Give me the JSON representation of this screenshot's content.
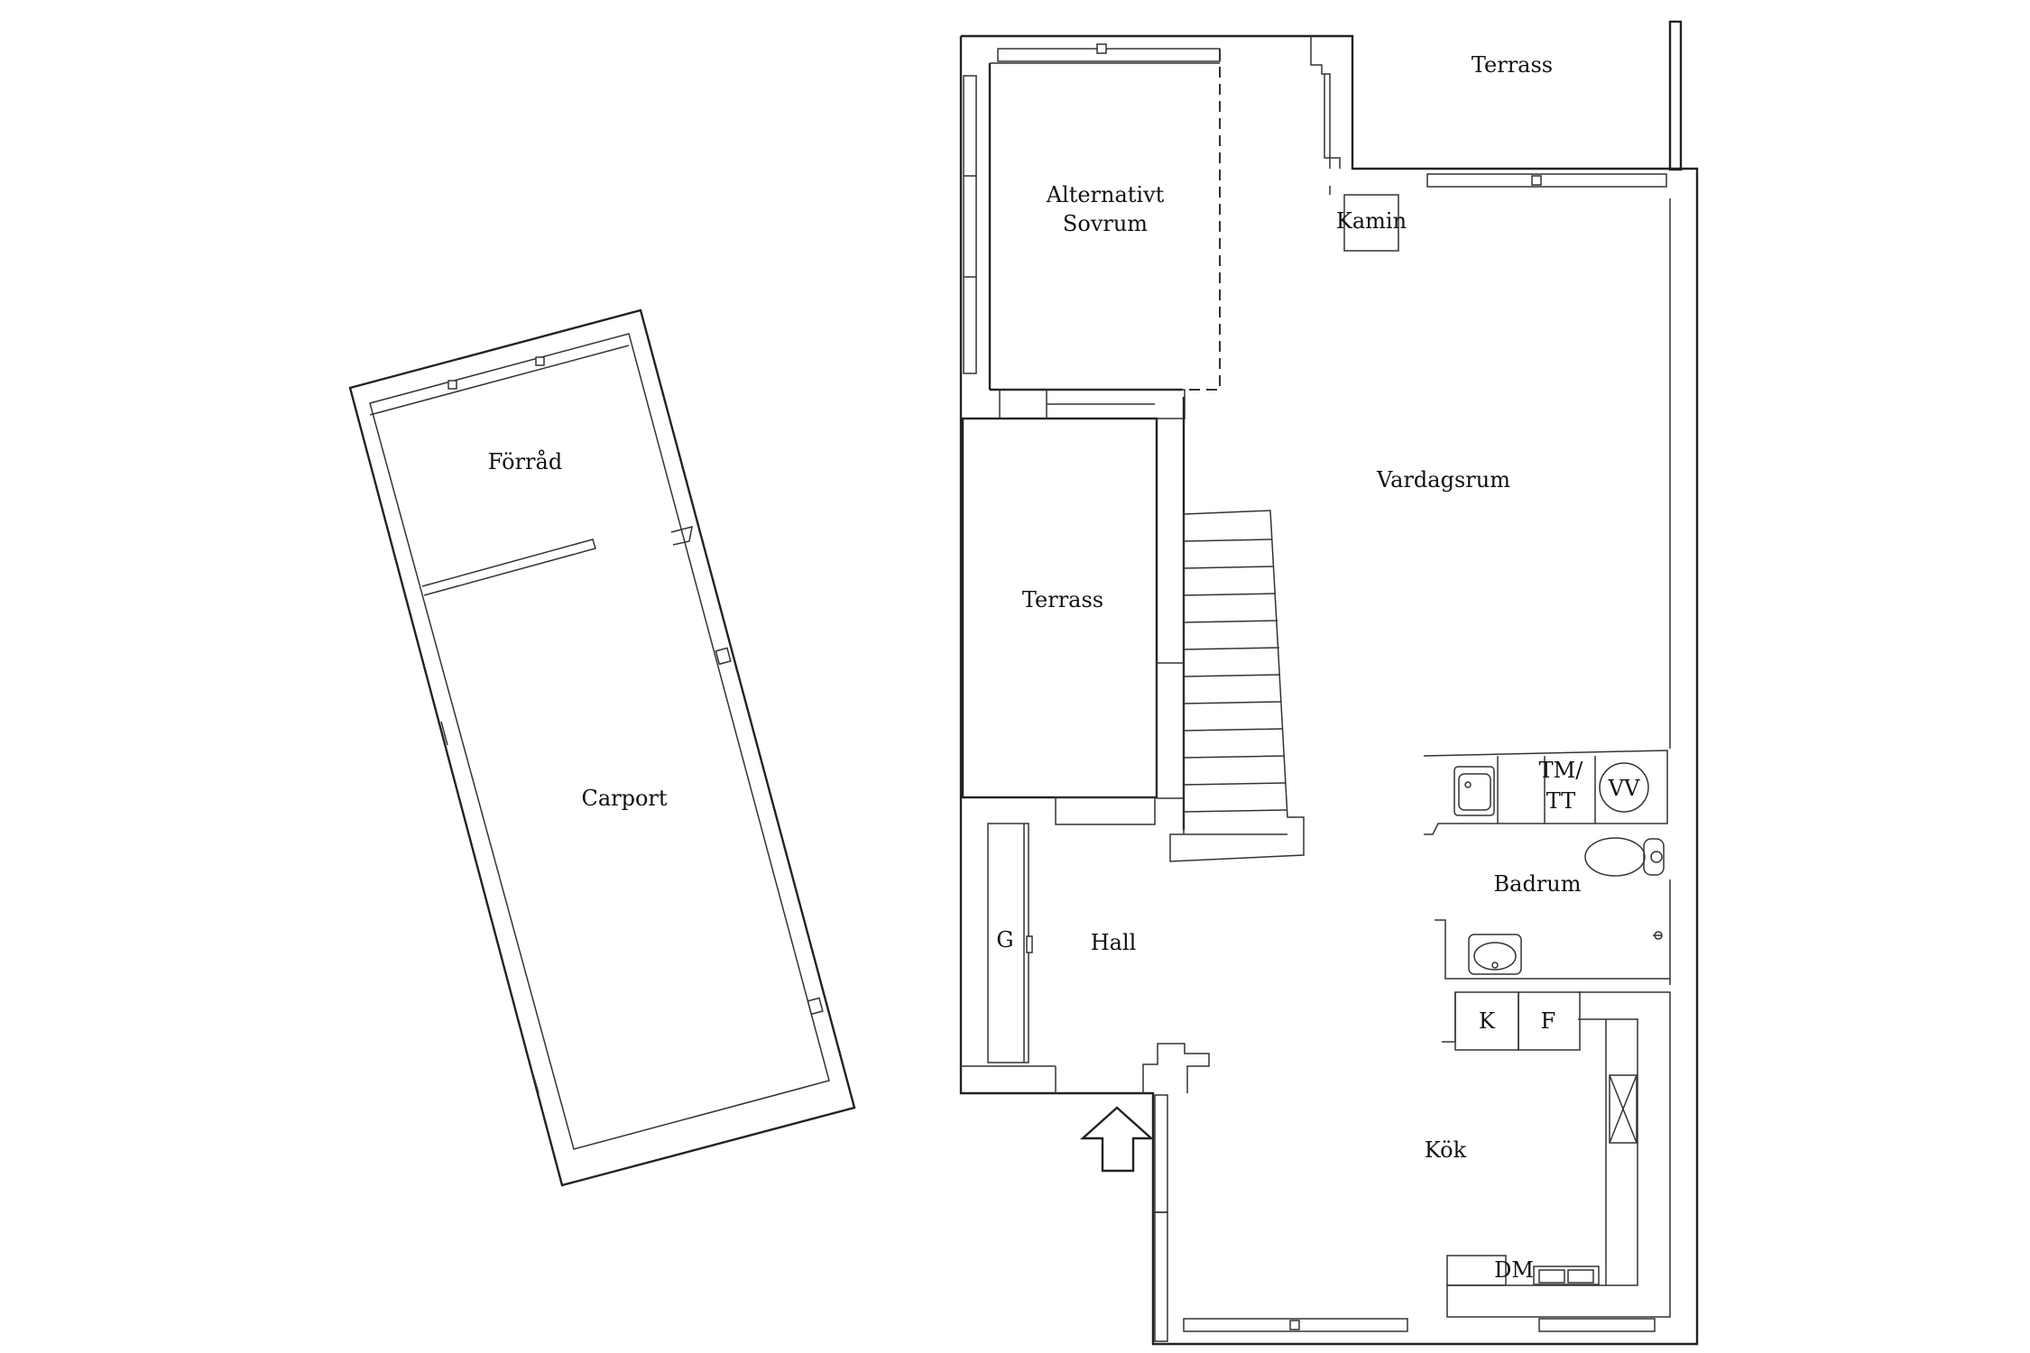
{
  "rooms": {
    "terrass_top": "Terrass",
    "alt_sovrum_1": "Alternativt",
    "alt_sovrum_2": "Sovrum",
    "kamin": "Kamin",
    "vardagsrum": "Vardagsrum",
    "terrass_left": "Terrass",
    "tm_tt_1": "TM/",
    "tm_tt_2": "TT",
    "vv": "VV",
    "badrum": "Badrum",
    "hall": "Hall",
    "g": "G",
    "k": "K",
    "f": "F",
    "kok": "Kök",
    "dm": "DM",
    "forrad": "Förråd",
    "carport": "Carport"
  }
}
